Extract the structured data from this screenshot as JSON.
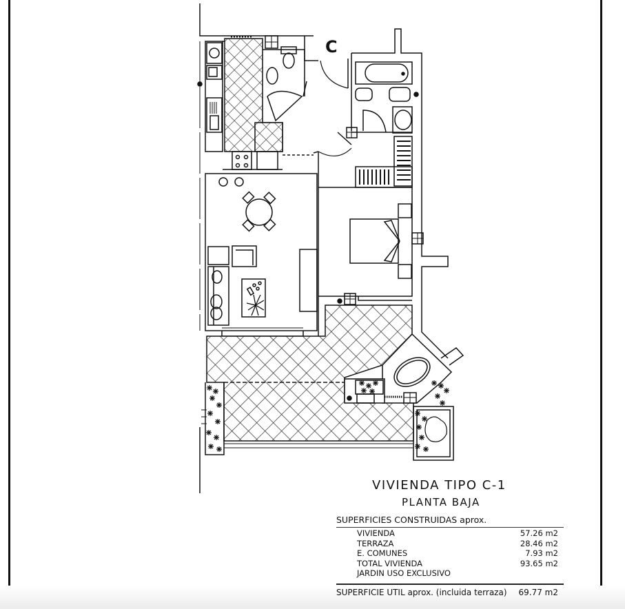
{
  "plan": {
    "unit_letter": "C",
    "rooms": [
      "kitchen",
      "toilet",
      "bathroom",
      "living-dining",
      "bedroom",
      "terrace",
      "jacuzzi",
      "garden"
    ]
  },
  "title_block": {
    "title": "VIVIENDA TIPO C-1",
    "subtitle": "PLANTA BAJA",
    "section_heading": "SUPERFICIES CONSTRUIDAS aprox.",
    "rows": [
      {
        "label": "VIVIENDA",
        "value": "57.26 m2"
      },
      {
        "label": "TERRAZA",
        "value": "28.46 m2"
      },
      {
        "label": "E. COMUNES",
        "value": "7.93 m2"
      },
      {
        "label": "TOTAL VIVIENDA",
        "value": "93.65 m2"
      },
      {
        "label": "JARDIN USO EXCLUSIVO",
        "value": ""
      }
    ],
    "util_label": "SUPERFICIE UTIL aprox. (incluida terraza)",
    "util_value": "69.77 m2"
  },
  "colors": {
    "line": "#111111",
    "background": "#ffffff"
  }
}
